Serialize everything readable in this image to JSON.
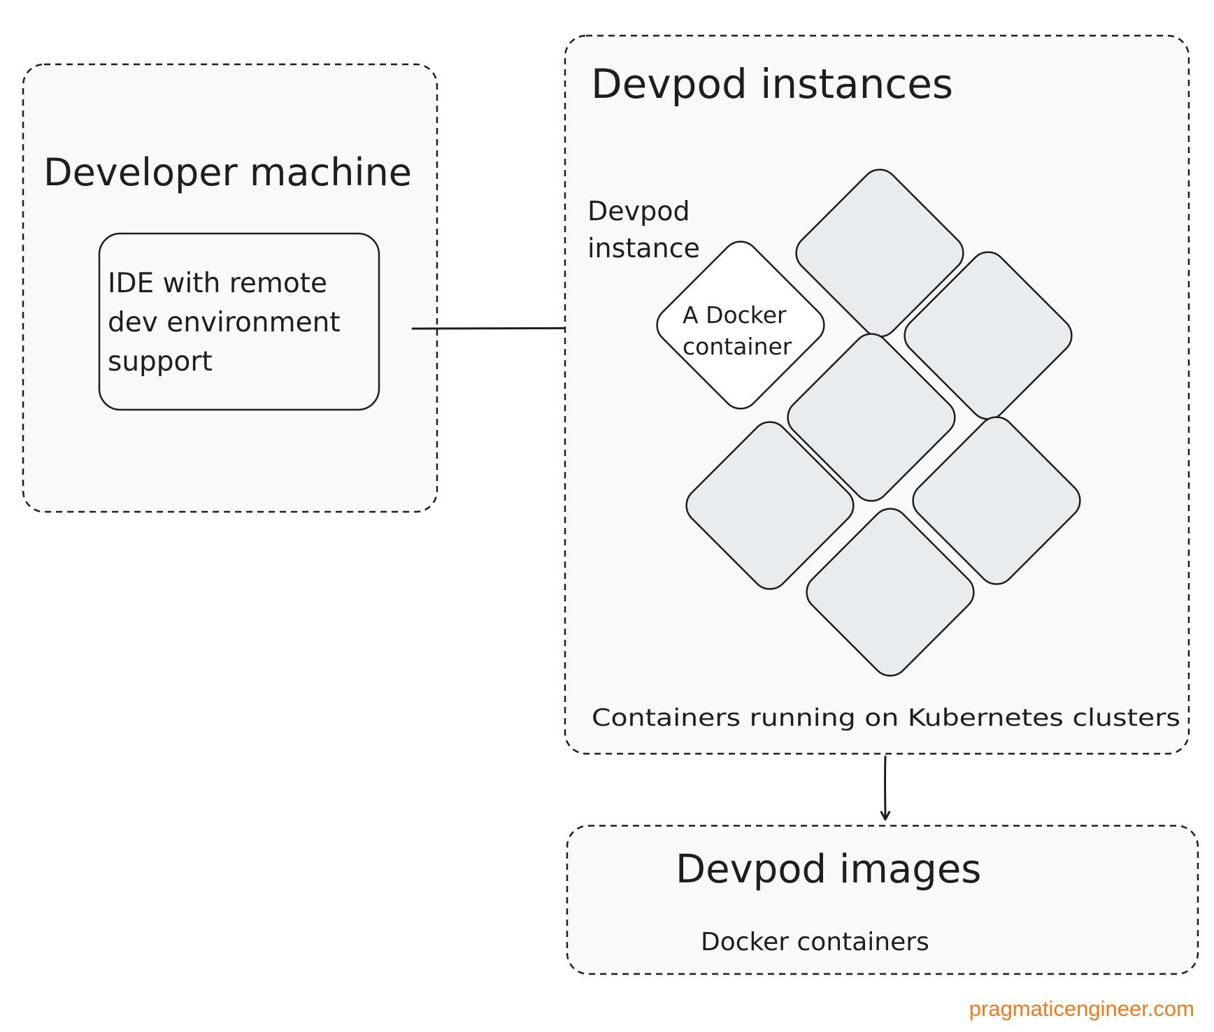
{
  "developer_machine": {
    "title": "Developer machine",
    "ide_box": {
      "lines": [
        "IDE with remote",
        "dev environment",
        "support"
      ]
    }
  },
  "devpod_instances": {
    "title": "Devpod instances",
    "instance_label": [
      "Devpod",
      "instance"
    ],
    "container_label": [
      "A Docker",
      "container"
    ],
    "footer": "Containers running on Kubernetes clusters"
  },
  "devpod_images": {
    "title": "Devpod images",
    "subtitle": "Docker containers"
  },
  "watermark": "pragmaticengineer.com",
  "colors": {
    "panel_fill": "#f8f9fa",
    "stroke": "#1e1e1e",
    "diamond_fill": "#e9ecef",
    "highlight_fill": "#ffffff",
    "watermark": "#f07a1a"
  }
}
